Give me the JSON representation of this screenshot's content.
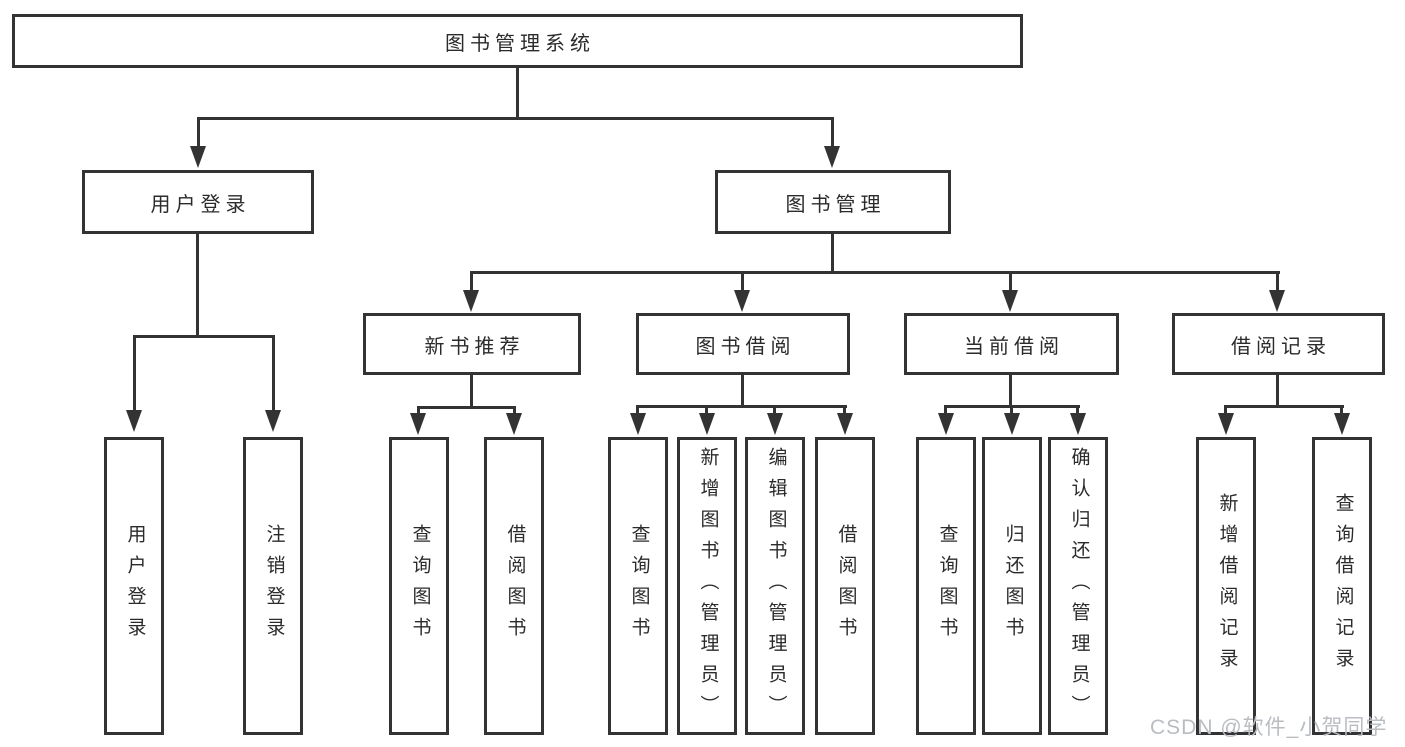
{
  "diagram": {
    "root": {
      "label": "图书管理系统"
    },
    "branches": [
      {
        "label": "用户登录",
        "children": [
          {
            "label": "用户登录"
          },
          {
            "label": "注销登录"
          }
        ]
      },
      {
        "label": "图书管理",
        "children": [
          {
            "label": "新书推荐",
            "children": [
              {
                "label": "查询图书"
              },
              {
                "label": "借阅图书"
              }
            ]
          },
          {
            "label": "图书借阅",
            "children": [
              {
                "label": "查询图书"
              },
              {
                "label": "新增图书（管理员）"
              },
              {
                "label": "编辑图书（管理员）"
              },
              {
                "label": "借阅图书"
              }
            ]
          },
          {
            "label": "当前借阅",
            "children": [
              {
                "label": "查询图书"
              },
              {
                "label": "归还图书"
              },
              {
                "label": "确认归还（管理员）"
              }
            ]
          },
          {
            "label": "借阅记录",
            "children": [
              {
                "label": "新增借阅记录"
              },
              {
                "label": "查询借阅记录"
              }
            ]
          }
        ]
      }
    ]
  },
  "colors": {
    "line": "#333333",
    "text": "#2b2b2b",
    "watermark": "#b9bdc2"
  },
  "watermark": {
    "text": "CSDN @软件_小贺同学"
  }
}
